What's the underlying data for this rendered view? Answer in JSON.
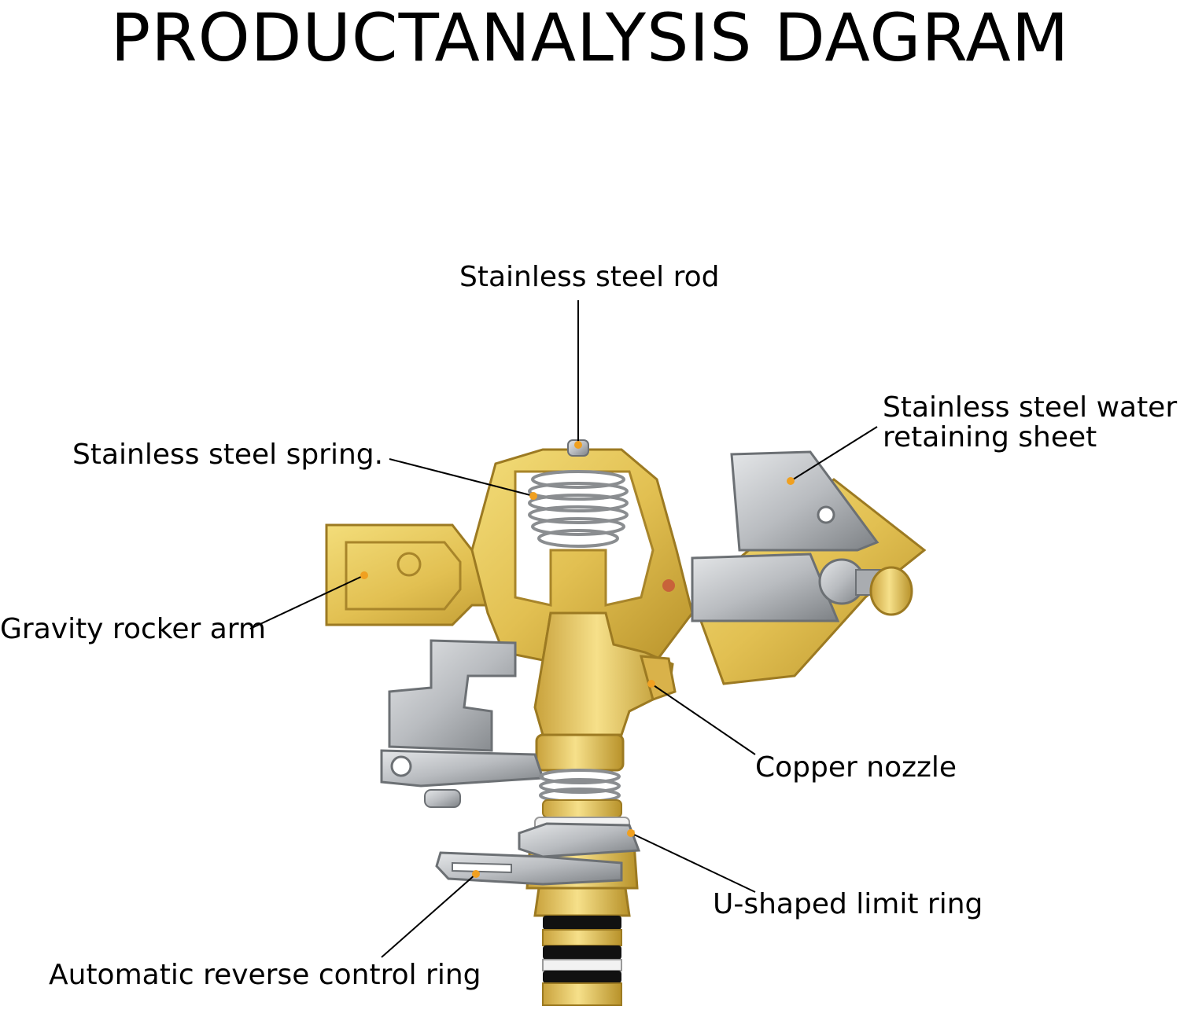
{
  "title": "PRODUCTANALYSIS DAGRAM",
  "labels": {
    "rod": "Stainless steel rod",
    "spring": "Stainless steel spring.",
    "sheet_line1": "Stainless steel water",
    "sheet_line2": "retaining sheet",
    "rocker": "Gravity rocker arm",
    "nozzle": "Copper nozzle",
    "limit_ring": "U-shaped limit ring",
    "reverse_ring": "Automatic reverse control ring"
  },
  "colors": {
    "brass": "#e2c052",
    "brass_dark": "#b8922a",
    "steel": "#b9bcc0",
    "steel_dark": "#7d8185",
    "callout_dot": "#f0a020",
    "line": "#000000"
  }
}
